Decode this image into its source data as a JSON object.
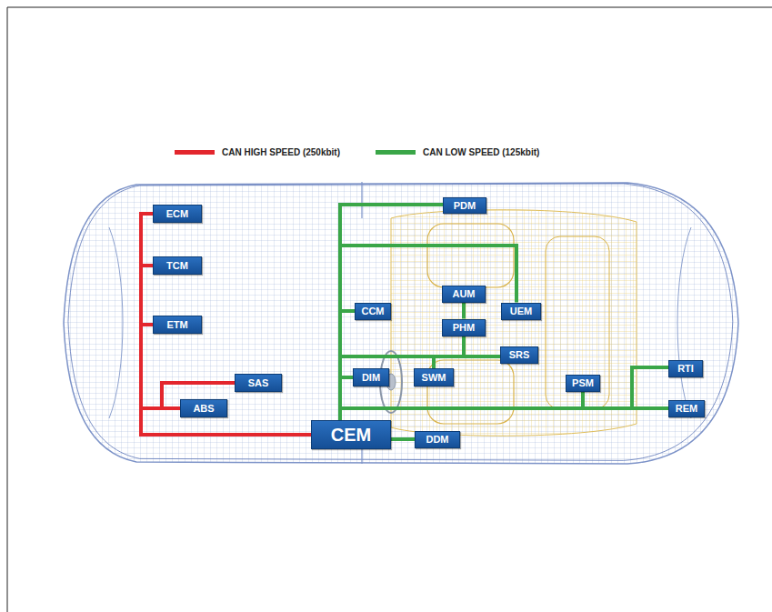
{
  "diagram": {
    "nodes": [
      {
        "text": [
          "ECM"
        ]
      },
      {
        "text": [
          "TCM"
        ]
      },
      {
        "text": [
          "ETM"
        ]
      },
      {
        "text": [
          "SAS"
        ]
      },
      {
        "text": [
          "ABS"
        ]
      },
      {
        "text": [
          "CEM"
        ]
      },
      {
        "text": [
          "DDM"
        ]
      },
      {
        "text": [
          "PDM"
        ]
      },
      {
        "text": [
          "CCM"
        ]
      },
      {
        "text": [
          "AUM"
        ]
      },
      {
        "text": [
          "UEM"
        ]
      },
      {
        "text": [
          "PHM"
        ]
      },
      {
        "text": [
          "SRS"
        ]
      },
      {
        "text": [
          "DIM"
        ]
      },
      {
        "text": [
          "SWM"
        ]
      },
      {
        "text": [
          "PSM"
        ]
      },
      {
        "text": [
          "RTI"
        ]
      },
      {
        "text": [
          "REM"
        ]
      }
    ],
    "edges": [
      {
        "from": 5,
        "to": 0,
        "arrow": "none"
      },
      {
        "from": 5,
        "to": 1,
        "arrow": "none"
      },
      {
        "from": 5,
        "to": 2,
        "arrow": "none"
      },
      {
        "from": 5,
        "to": 3,
        "arrow": "none"
      },
      {
        "from": 5,
        "to": 4,
        "arrow": "none"
      },
      {
        "from": 5,
        "to": 6,
        "arrow": "none"
      },
      {
        "from": 5,
        "to": 7,
        "arrow": "none"
      },
      {
        "from": 5,
        "to": 8,
        "arrow": "none"
      },
      {
        "from": 9,
        "to": 11,
        "arrow": "none"
      },
      {
        "from": 5,
        "to": 10,
        "arrow": "none"
      },
      {
        "from": 5,
        "to": 11,
        "arrow": "none"
      },
      {
        "from": 5,
        "to": 12,
        "arrow": "none"
      },
      {
        "from": 5,
        "to": 13,
        "arrow": "none"
      },
      {
        "from": 5,
        "to": 14,
        "arrow": "none"
      },
      {
        "from": 5,
        "to": 15,
        "arrow": "none"
      },
      {
        "from": 5,
        "to": 16,
        "arrow": "none"
      },
      {
        "from": 5,
        "to": 17,
        "arrow": "none"
      }
    ],
    "legend": [
      {
        "text": "CAN HIGH SPEED (250kbit)",
        "color": "#e3262d"
      },
      {
        "text": "CAN LOW SPEED (125kbit)",
        "color": "#3aa648"
      }
    ]
  }
}
